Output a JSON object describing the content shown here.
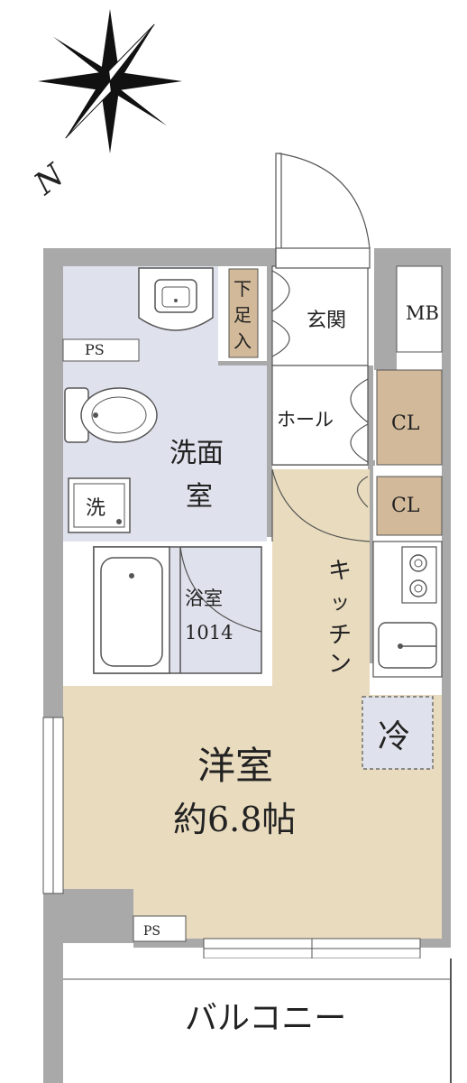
{
  "compass": {
    "north_label": "N"
  },
  "rooms": {
    "genkan": "玄関",
    "getabako": [
      "下",
      "足",
      "入"
    ],
    "hall": "ホール",
    "cl_upper": "CL",
    "cl_lower": "CL",
    "mb": "MB",
    "ps_upper": "PS",
    "ps_lower": "PS",
    "senmen": [
      "洗面",
      "室"
    ],
    "washer": "洗",
    "bath": [
      "浴室",
      "1014"
    ],
    "kitchen": [
      "キ",
      "ッ",
      "チ",
      "ン"
    ],
    "fridge": "冷",
    "western": [
      "洋室",
      "約6.8帖"
    ],
    "balcony": "バルコニー"
  },
  "colors": {
    "wall": "#a9a9a9",
    "western_floor": "#e9dbbe",
    "wet_area": "#dfe2ec",
    "closet": "#d2b999",
    "hall_floor": "#ffffff"
  }
}
